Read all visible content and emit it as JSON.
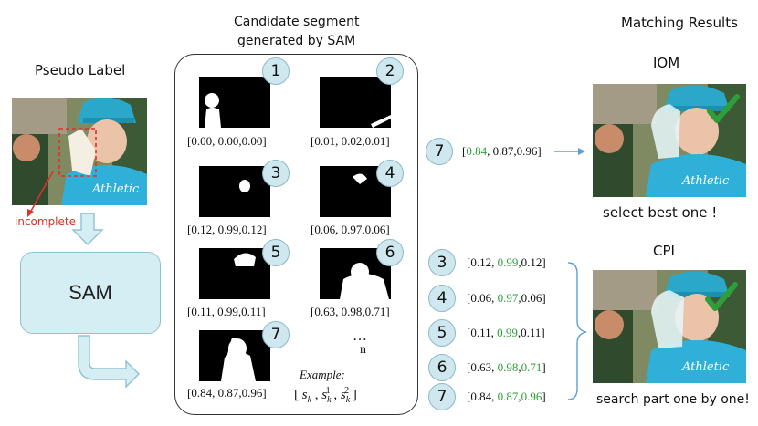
{
  "left": {
    "pseudo_label_title": "Pseudo Label",
    "incomplete_label": "incomplete",
    "sam_label": "SAM"
  },
  "middle": {
    "title_line1": "Candidate segment",
    "title_line2": "generated by SAM",
    "segments": [
      {
        "num": "1",
        "score_open": "[0.00, 0.00,0.00]"
      },
      {
        "num": "2",
        "score_open": "[0.01, 0.02,0.01]"
      },
      {
        "num": "3",
        "score_open": "[0.12, 0.99,0.12]"
      },
      {
        "num": "4",
        "score_open": "[0.06, 0.97,0.06]"
      },
      {
        "num": "5",
        "score_open": "[0.11, 0.99,0.11]"
      },
      {
        "num": "6",
        "score_open": "[0.63, 0.98,0.71]"
      },
      {
        "num": "7",
        "score_open": "[0.84, 0.87,0.96]"
      }
    ],
    "ellipsis": "…",
    "n_label": "n",
    "example_label": "Example:",
    "example_formula": "[ s_k , s_k^1 , s_k^2 ]"
  },
  "iom_row": {
    "num": "7",
    "a": "0.84",
    "b": "0.87",
    "c": "0.96"
  },
  "cpi_rows": [
    {
      "num": "3",
      "a": "0.12",
      "b": "0.99",
      "c": "0.12",
      "green": [
        false,
        true,
        false
      ]
    },
    {
      "num": "4",
      "a": "0.06",
      "b": "0.97",
      "c": "0.06",
      "green": [
        false,
        true,
        false
      ]
    },
    {
      "num": "5",
      "a": "0.11",
      "b": "0.99",
      "c": "0.11",
      "green": [
        false,
        true,
        false
      ]
    },
    {
      "num": "6",
      "a": "0.63",
      "b": "0.98",
      "c": "0.71",
      "green": [
        false,
        true,
        true
      ]
    },
    {
      "num": "7",
      "a": "0.84",
      "b": "0.87",
      "c": "0.96",
      "green": [
        false,
        true,
        true
      ]
    }
  ],
  "right": {
    "title": "Matching Results",
    "iom_label": "IOM",
    "iom_caption": "select best one !",
    "cpi_label": "CPI",
    "cpi_caption": "search part  one by one!"
  },
  "colors": {
    "green": "#2e9e3a",
    "red": "#e0302a",
    "arrow": "#8fc2d1",
    "bubble": "#cfe7ee"
  }
}
